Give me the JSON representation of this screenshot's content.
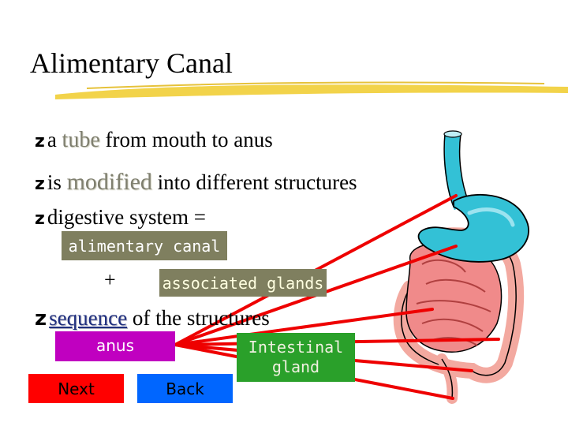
{
  "title": "Alimentary Canal",
  "bullets": [
    {
      "pre": "a ",
      "emph": "tube",
      "post": " from mouth to anus"
    },
    {
      "pre": "is ",
      "emph": "modified",
      "post": " into different structures"
    },
    {
      "pre": "digestive system =",
      "emph": "",
      "post": ""
    },
    {
      "pre": "",
      "emph": "sequence",
      "post": " of the structures"
    }
  ],
  "bullet_glyph": "z",
  "tags": {
    "canal": "alimentary canal",
    "plus": "+",
    "glands": "associated glands"
  },
  "buttons": {
    "anus": "anus",
    "intestinal": "Intestinal gland",
    "next": "Next",
    "back": "Back"
  },
  "colors": {
    "brush": "#f2d34a",
    "stomach": "#33c1d6",
    "intestine": "#f08a8a",
    "line": "#ee0000",
    "next": "#ff0000",
    "back": "#0066ff",
    "anus": "#c000c0",
    "intestinal": "#2aa02a"
  }
}
